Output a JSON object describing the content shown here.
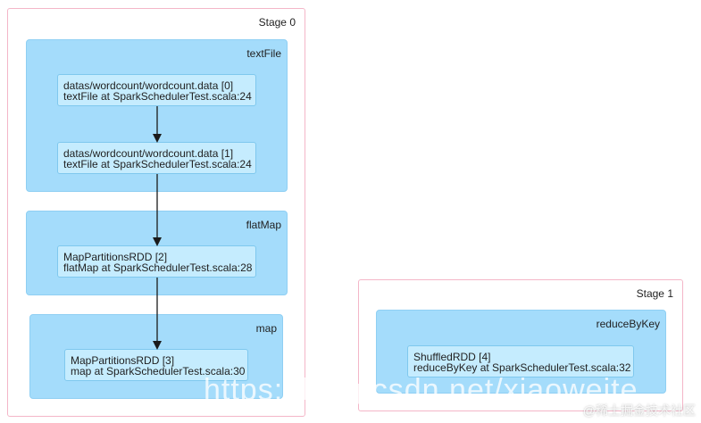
{
  "stages": [
    {
      "title": "Stage 0",
      "operations": [
        {
          "title": "textFile",
          "rdds": [
            {
              "line1": "datas/wordcount/wordcount.data [0]",
              "line2": "textFile at SparkSchedulerTest.scala:24"
            },
            {
              "line1": "datas/wordcount/wordcount.data [1]",
              "line2": "textFile at SparkSchedulerTest.scala:24"
            }
          ]
        },
        {
          "title": "flatMap",
          "rdds": [
            {
              "line1": "MapPartitionsRDD [2]",
              "line2": "flatMap at SparkSchedulerTest.scala:28"
            }
          ]
        },
        {
          "title": "map",
          "rdds": [
            {
              "line1": "MapPartitionsRDD [3]",
              "line2": "map at SparkSchedulerTest.scala:30"
            }
          ]
        }
      ]
    },
    {
      "title": "Stage 1",
      "operations": [
        {
          "title": "reduceByKey",
          "rdds": [
            {
              "line1": "ShuffledRDD [4]",
              "line2": "reduceByKey at SparkSchedulerTest.scala:32"
            }
          ]
        }
      ]
    }
  ],
  "watermark": "https://blog.csdn.net/xiaoweite",
  "credit": "@稀土掘金技术社区",
  "colors": {
    "stage_border": "#f4b6c8",
    "operation_fill": "#a4dcfb",
    "rdd_fill": "#c5ecfe",
    "edge": "#1a1a1a"
  }
}
